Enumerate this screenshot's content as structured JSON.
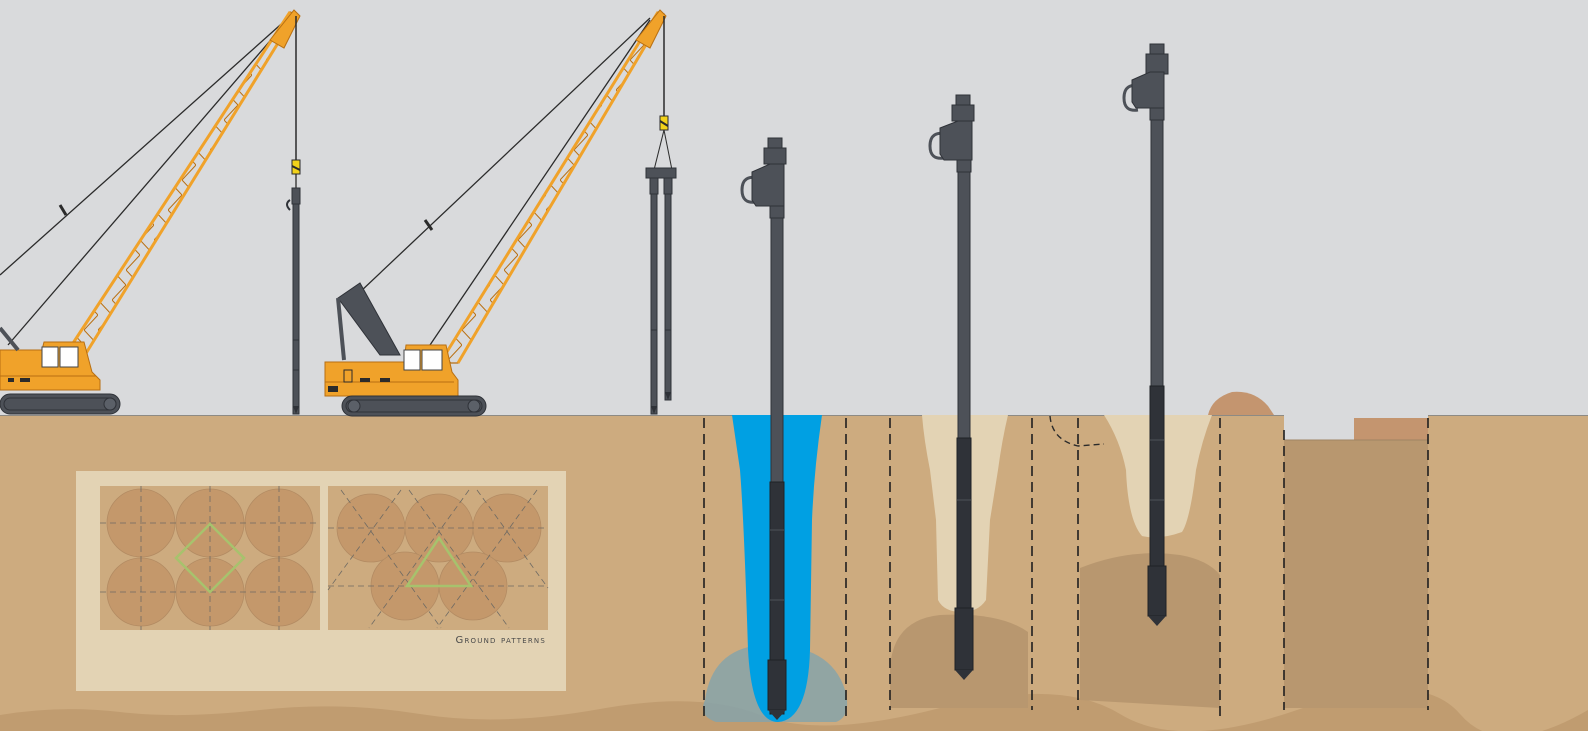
{
  "colors": {
    "sky": "#d9dadc",
    "soil": "#cdab7f",
    "soil_dark": "#b8976f",
    "soil_light": "#e3d3b4",
    "water": "#00a0e3",
    "crane": "#f0a22a",
    "crane_outline": "#b86f12",
    "steel": "#4d5158",
    "steel_dark": "#2f3238",
    "pattern_fill": "#c4986a",
    "pattern_highlight": "#a7c26d"
  },
  "icons": [
    "crawler-crane",
    "vibro-probe",
    "double-probe",
    "crane-hook",
    "ground-pattern-square",
    "ground-pattern-triangle"
  ],
  "patterns": {
    "caption": "Ground patterns",
    "items": [
      "square",
      "triangle"
    ]
  }
}
